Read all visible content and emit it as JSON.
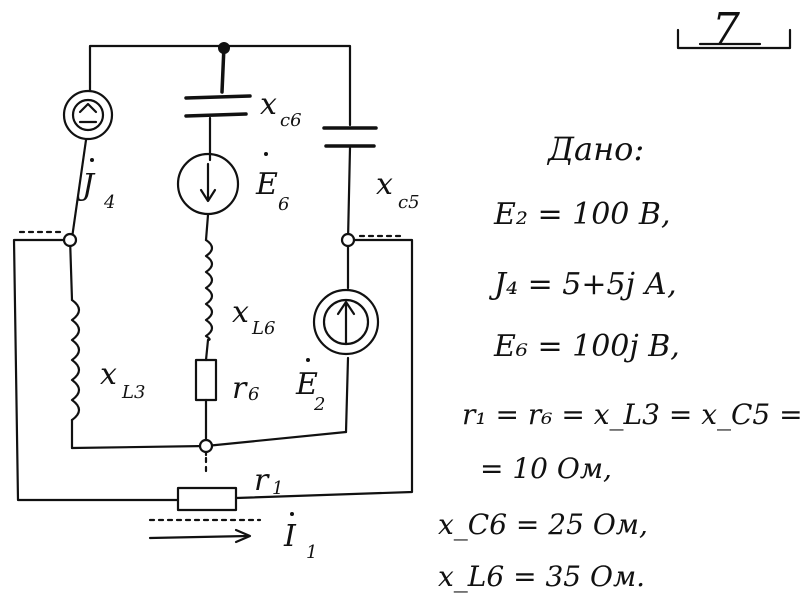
{
  "problem_number": "7",
  "circuit": {
    "labels": {
      "xc6": "x",
      "xc6_sub": "c6",
      "j4": "J",
      "j4_sub": "4",
      "e6": "E",
      "e6_sub": "6",
      "xc5": "x",
      "xc5_sub": "c5",
      "xl6": "x",
      "xl6_sub": "L6",
      "xl3": "x",
      "xl3_sub": "L3",
      "r6": "r",
      "r6_sub": "6",
      "e2": "E",
      "e2_sub": "2",
      "r1": "r",
      "r1_sub": "1",
      "i1": "I",
      "i1_sub": "1"
    }
  },
  "given": {
    "heading": "Дано:",
    "lines": [
      "E₂ = 100 В,",
      "J₄ = 5+5j А,",
      "E₆ = 100j В,",
      "r₁ = r₆ = x_L3 = x_C5 =",
      "= 10 Ом,",
      "x_C6 = 25 Ом,",
      "x_L6 = 35 Ом."
    ]
  }
}
